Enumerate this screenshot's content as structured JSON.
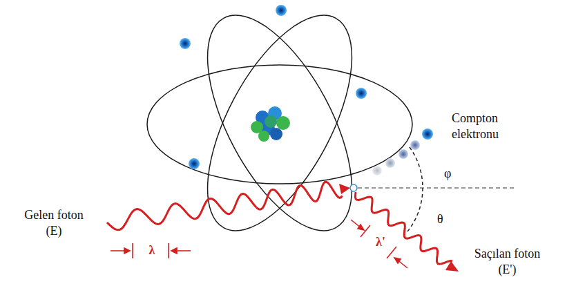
{
  "diagram": {
    "labels": [
      "Compton elektronu",
      "φ",
      "θ",
      "Gelen foton (E)",
      "λ",
      "λ'",
      "Saçılan foton (E')"
    ]
  }
}
